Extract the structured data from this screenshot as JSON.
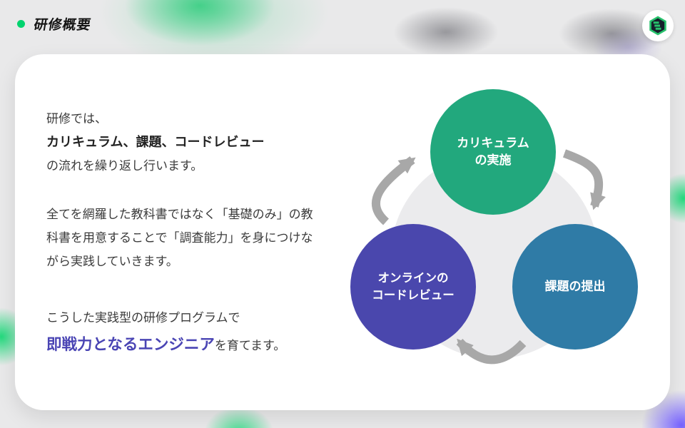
{
  "header": {
    "title": "研修概要",
    "bullet_color": "#00d36e",
    "logo": {
      "bg": "#ffffff",
      "dark": "#161f2b",
      "green": "#27c26c"
    }
  },
  "content": {
    "intro_line1": "研修では、",
    "intro_line2": "カリキュラム、課題、コードレビュー",
    "intro_line3": "の流れを繰り返し行います。",
    "body_line1": "全てを網羅した教科書ではなく「基礎のみ」の教",
    "body_line2": "科書を用意することで「調査能力」を身につけな",
    "body_line3": "がら実践していきます。",
    "closing_line1": "こうした実践型の研修プログラムで",
    "closing_highlight": "即戦力となるエンジニア",
    "closing_suffix": "を育てます。",
    "highlight_color": "#4a45b4"
  },
  "diagram": {
    "center_color": "#ebebed",
    "arrow_color": "#a8a8a8",
    "nodes": [
      {
        "line1": "カリキュラム",
        "line2": "の実施",
        "color": "#22a87d"
      },
      {
        "line1": "課題の提出",
        "color": "#2f7ba6"
      },
      {
        "line1": "オンラインの",
        "line2": "コードレビュー",
        "color": "#4a47ad"
      }
    ]
  },
  "colors": {
    "page_bg": "#e9e9ea",
    "card_bg": "#ffffff",
    "text": "#3b3b3b"
  }
}
